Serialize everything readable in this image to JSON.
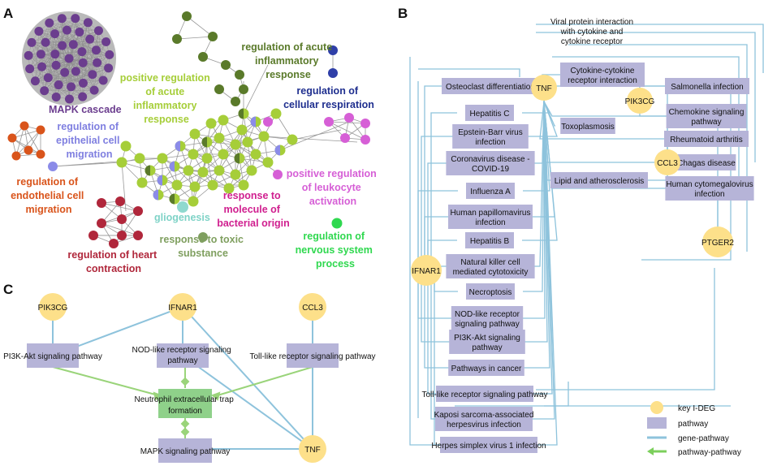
{
  "panels": {
    "a": "A",
    "b": "B",
    "c": "C"
  },
  "panel_a": {
    "clusters": {
      "mapk": "MAPK cascade",
      "epi_1": "regulation of",
      "epi_2": "epithelial cell",
      "epi_3": "migration",
      "endo_1": "regulation of",
      "endo_2": "endothelial cell",
      "endo_3": "migration",
      "pos_acute_1": "positive regulation",
      "pos_acute_2": "of acute",
      "pos_acute_3": "inflammatory",
      "pos_acute_4": "response",
      "acute_1": "regulation of acute",
      "acute_2": "inflammatory",
      "acute_3": "response",
      "resp_1": "regulation of",
      "resp_2": "cellular respiration",
      "leuk_1": "positive regulation",
      "leuk_2": "of leukocyte",
      "leuk_3": "activation",
      "bact_1": "response to",
      "bact_2": "molecule of",
      "bact_3": "bacterial origin",
      "glio": "gliogenesis",
      "toxic_1": "response to toxic",
      "toxic_2": "substance",
      "heart_1": "regulation of heart",
      "heart_2": "contraction",
      "nerv_1": "regulation of",
      "nerv_2": "nervous system",
      "nerv_3": "process"
    },
    "colors": {
      "mapk": "#6b3d8e",
      "epithelial": "#8b8be8",
      "endothelial": "#d9541b",
      "pos_acute": "#a6ce39",
      "acute": "#5a7a2a",
      "respiration": "#2f3fa8",
      "leukocyte": "#d65fd6",
      "bacterial": "#d01f8f",
      "gliogenesis": "#8fd9cf",
      "toxic": "#7f9f5f",
      "heart": "#b0273b",
      "nervous": "#2fd84f"
    }
  },
  "panel_c": {
    "genes": [
      "PIK3CG",
      "IFNAR1",
      "CCL3",
      "TNF"
    ],
    "pathways": {
      "pi3k": "PI3K-Akt signaling pathway",
      "nod_1": "NOD-like receptor signaling",
      "nod_2": "pathway",
      "toll": "Toll-like receptor signaling pathway",
      "net_1": "Neutrophil extracellular trap",
      "net_2": "formation",
      "mapk": "MAPK signaling pathway"
    }
  },
  "panel_b": {
    "genes": [
      "TNF",
      "PIK3CG",
      "CCL3",
      "IFNAR1",
      "PTGER2"
    ],
    "pathways": [
      {
        "lines": [
          "Viral protein interaction",
          "with cytokine and",
          "cytokine receptor"
        ],
        "box": false
      },
      {
        "lines": [
          "Cytokine-cytokine",
          "receptor interaction"
        ]
      },
      {
        "lines": [
          "Osteoclast differentiation"
        ]
      },
      {
        "lines": [
          "Salmonella infection"
        ]
      },
      {
        "lines": [
          "Hepatitis C"
        ]
      },
      {
        "lines": [
          "Chemokine signaling",
          "pathway"
        ]
      },
      {
        "lines": [
          "Toxoplasmosis"
        ]
      },
      {
        "lines": [
          "Epstein-Barr virus",
          "infection"
        ]
      },
      {
        "lines": [
          "Rheumatoid arthritis"
        ]
      },
      {
        "lines": [
          "Coronavirus disease -",
          "COVID-19"
        ]
      },
      {
        "lines": [
          "Chagas disease"
        ]
      },
      {
        "lines": [
          "Lipid and atherosclerosis"
        ]
      },
      {
        "lines": [
          "Influenza A"
        ]
      },
      {
        "lines": [
          "Human cytomegalovirus",
          "infection"
        ]
      },
      {
        "lines": [
          "Human papillomavirus",
          "infection"
        ]
      },
      {
        "lines": [
          "Hepatitis B"
        ]
      },
      {
        "lines": [
          "Natural killer cell",
          "mediated cytotoxicity"
        ]
      },
      {
        "lines": [
          "Necroptosis"
        ]
      },
      {
        "lines": [
          "NOD-like receptor",
          "signaling pathway"
        ]
      },
      {
        "lines": [
          "PI3K-Akt signaling",
          "pathway"
        ]
      },
      {
        "lines": [
          "Pathways in cancer"
        ]
      },
      {
        "lines": [
          "Toll-like receptor signaling pathway"
        ]
      },
      {
        "lines": [
          "Kaposi sarcoma-associated",
          "herpesvirus infection"
        ]
      },
      {
        "lines": [
          "Herpes simplex virus 1 infection"
        ]
      }
    ],
    "legend": {
      "gene": "key I-DEG",
      "pathway": "pathway",
      "gene_pathway": "gene-pathway",
      "pathway_pathway": "pathway-pathway"
    },
    "colors": {
      "gene": "#fde08a",
      "pathway": "#b6b4d8",
      "gene_pathway": "#8ec3dc",
      "pathway_pathway": "#7ccf5c",
      "net_pathway": "#8fd18a"
    }
  }
}
